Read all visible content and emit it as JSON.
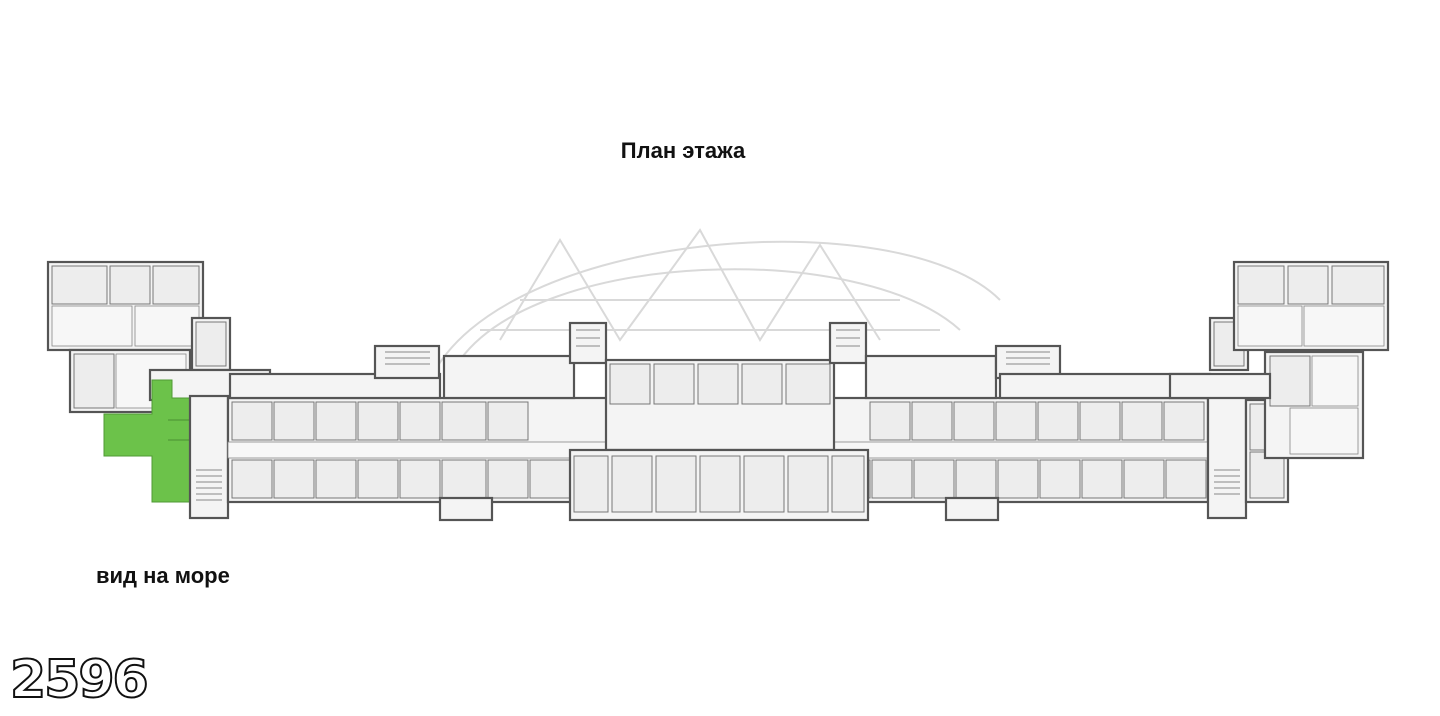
{
  "plan": {
    "title": "План этажа",
    "sea_view_label": "вид на море",
    "lot_number": "2596",
    "highlight_color": "#6cc24a"
  }
}
